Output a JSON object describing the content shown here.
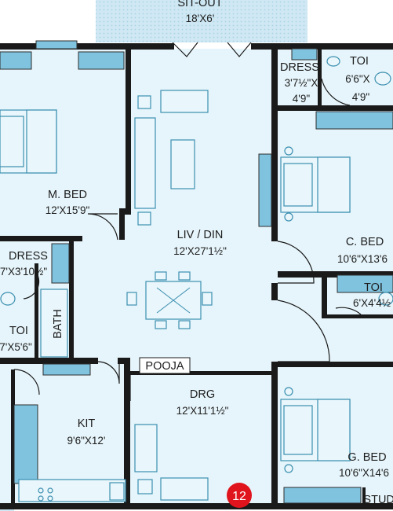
{
  "plan": {
    "unit_number": "12",
    "rooms": [
      {
        "id": "sitout",
        "name": "SIT-OUT",
        "dims": "18'X6'"
      },
      {
        "id": "mbed",
        "name": "M. BED",
        "dims": "12'X15'9\""
      },
      {
        "id": "livdin",
        "name": "LIV / DIN",
        "dims": "12'X27'1½\""
      },
      {
        "id": "dress1",
        "name": "DRESS",
        "dims": "3'7½\"X",
        "dims2": "4'9\""
      },
      {
        "id": "toi1",
        "name": "TOI",
        "dims": "6'6\"X",
        "dims2": "4'9\""
      },
      {
        "id": "cbed",
        "name": "C. BED",
        "dims": "10'6\"X13'6"
      },
      {
        "id": "dress2",
        "name": "DRESS",
        "dims": "7'X3'10½\""
      },
      {
        "id": "toi2",
        "name": "TOI",
        "dims": "7'X5'6\""
      },
      {
        "id": "bath",
        "name": "BATH"
      },
      {
        "id": "toi3",
        "name": "TOI",
        "dims": "6'X4'4½"
      },
      {
        "id": "pooja",
        "name": "POOJA"
      },
      {
        "id": "drg",
        "name": "DRG",
        "dims": "12'X11'1½\""
      },
      {
        "id": "kit",
        "name": "KIT",
        "dims": "9'6\"X12'"
      },
      {
        "id": "gbed",
        "name": "G. BED",
        "dims": "10'6\"X14'6"
      },
      {
        "id": "study",
        "name": "STUDY"
      }
    ]
  },
  "colors": {
    "room_fill": "#e6f5fb",
    "wall": "#1a1a1a",
    "window": "#7fc3df",
    "furniture_stroke": "#3b8fb0",
    "sitout_fill": "#cfe8f3",
    "unit_badge": "#e0141c"
  }
}
